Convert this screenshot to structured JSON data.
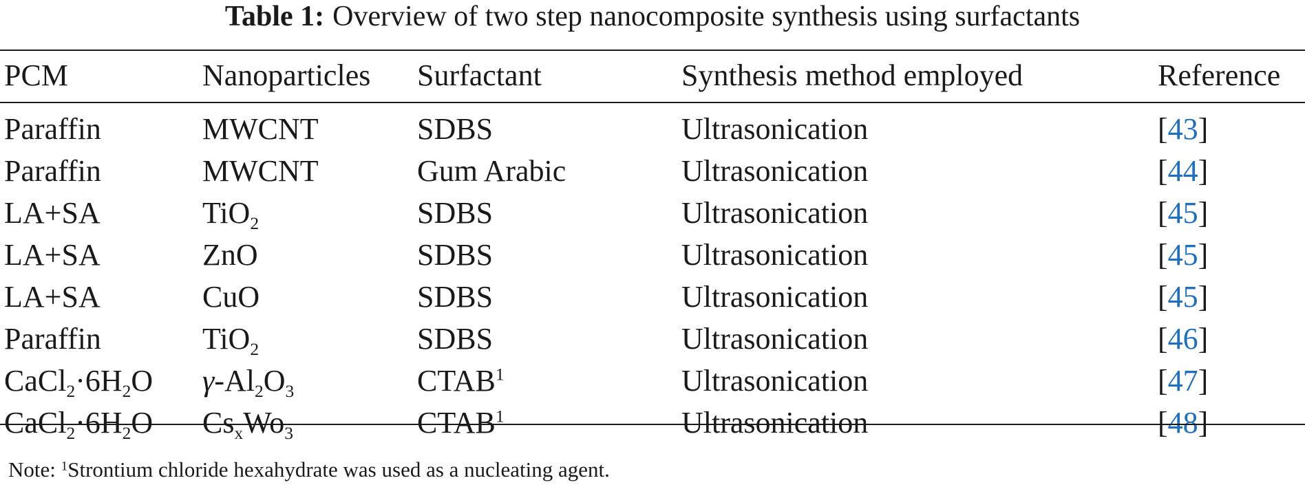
{
  "caption": {
    "label": "Table 1:",
    "text": "Overview of two step nanocomposite synthesis using surfactants"
  },
  "table": {
    "headers": [
      "PCM",
      "Nanoparticles",
      "Surfactant",
      "Synthesis method employed",
      "Reference"
    ],
    "rows": [
      {
        "pcm": {
          "main": "Paraffin"
        },
        "nano": {
          "main": "MWCNT"
        },
        "surfactant": {
          "main": "SDBS",
          "sup": ""
        },
        "method": "Ultrasonication",
        "ref": "43"
      },
      {
        "pcm": {
          "main": "Paraffin"
        },
        "nano": {
          "main": "MWCNT"
        },
        "surfactant": {
          "main": "Gum Arabic",
          "sup": ""
        },
        "method": "Ultrasonication",
        "ref": "44"
      },
      {
        "pcm": {
          "main": "LA+SA"
        },
        "nano": {
          "p1": "TiO",
          "s1": "2"
        },
        "surfactant": {
          "main": "SDBS",
          "sup": ""
        },
        "method": "Ultrasonication",
        "ref": "45"
      },
      {
        "pcm": {
          "main": "LA+SA"
        },
        "nano": {
          "main": "ZnO"
        },
        "surfactant": {
          "main": "SDBS",
          "sup": ""
        },
        "method": "Ultrasonication",
        "ref": "45"
      },
      {
        "pcm": {
          "main": "LA+SA"
        },
        "nano": {
          "main": "CuO"
        },
        "surfactant": {
          "main": "SDBS",
          "sup": ""
        },
        "method": "Ultrasonication",
        "ref": "45"
      },
      {
        "pcm": {
          "main": "Paraffin"
        },
        "nano": {
          "p1": "TiO",
          "s1": "2"
        },
        "surfactant": {
          "main": "SDBS",
          "sup": ""
        },
        "method": "Ultrasonication",
        "ref": "46"
      },
      {
        "pcm": {
          "p1": "CaCl",
          "s1": "2",
          "p2": "·6H",
          "s2": "2",
          "p3": "O"
        },
        "nano": {
          "greek": "γ",
          "p1": "-Al",
          "s1": "2",
          "p2": "O",
          "s2": "3"
        },
        "surfactant": {
          "main": "CTAB",
          "sup": "1"
        },
        "method": "Ultrasonication",
        "ref": "47"
      },
      {
        "pcm": {
          "p1": "CaCl",
          "s1": "2",
          "p2": "·6H",
          "s2": "2",
          "p3": "O"
        },
        "nano": {
          "p1": "Cs",
          "s1": "x",
          "p2": "Wo",
          "s2": "3"
        },
        "surfactant": {
          "main": "CTAB",
          "sup": "1"
        },
        "method": "Ultrasonication",
        "ref": "48"
      }
    ]
  },
  "note": {
    "label": "Note:",
    "sup": "1",
    "text": "Strontium chloride hexahydrate was used as a nucleating agent."
  },
  "colors": {
    "text": "#1a1a1a",
    "reference_link": "#1f6fc0"
  }
}
